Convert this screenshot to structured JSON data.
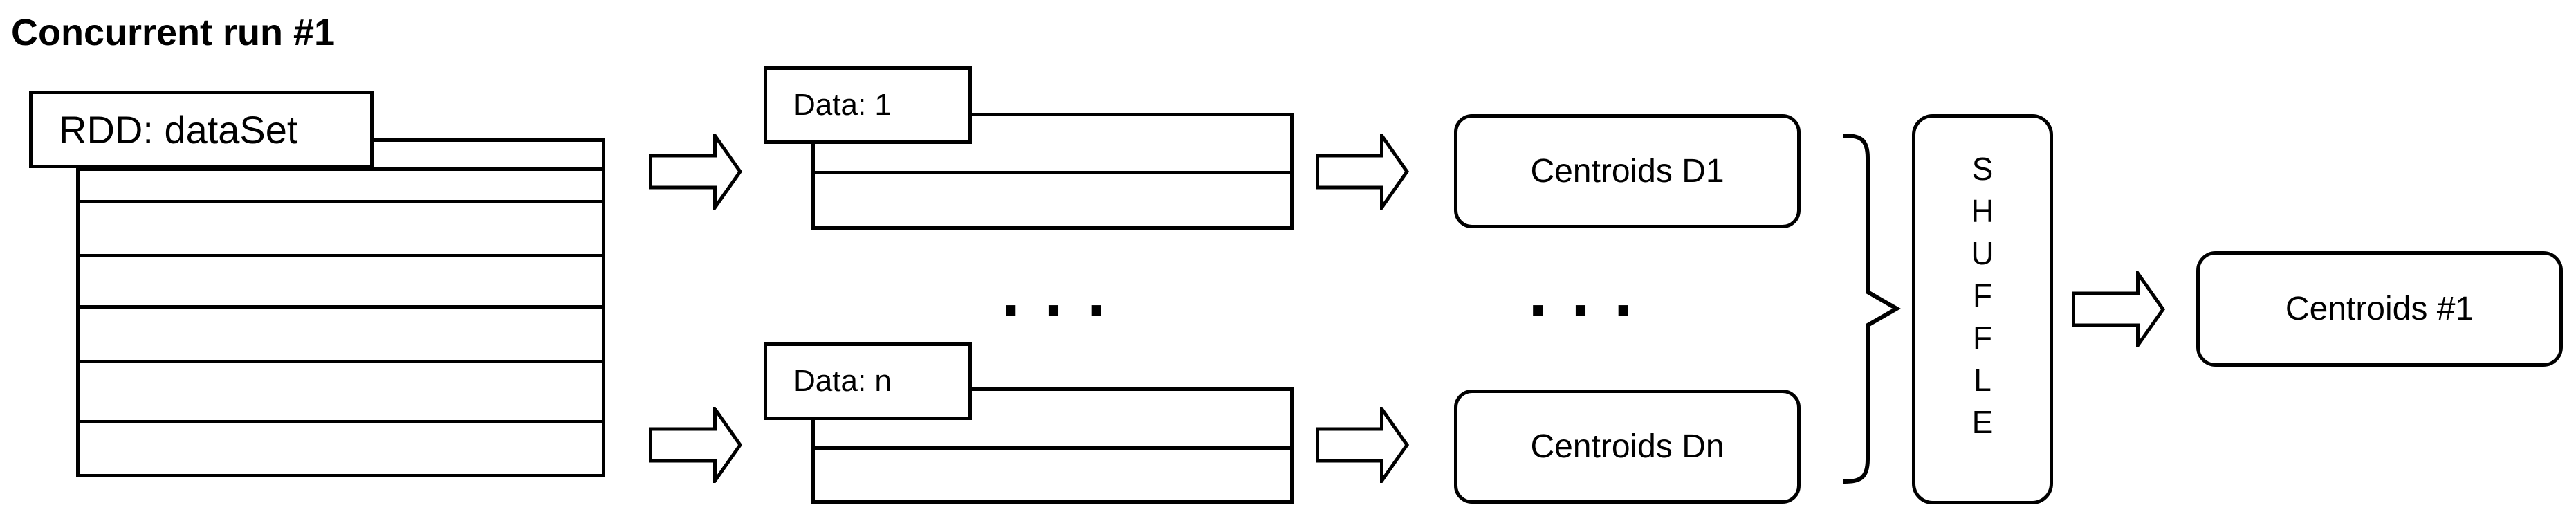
{
  "title": "Concurrent run #1",
  "rdd": {
    "label": "RDD: dataSet"
  },
  "partitions": [
    {
      "label": "Data: 1"
    },
    {
      "label": "Data: n"
    }
  ],
  "ellipsis": "...",
  "centroids": [
    {
      "label": "Centroids D1"
    },
    {
      "label": "Centroids Dn"
    }
  ],
  "shuffle": {
    "letters": [
      "S",
      "H",
      "U",
      "F",
      "F",
      "L",
      "E"
    ]
  },
  "result": {
    "label": "Centroids #1"
  },
  "colors": {
    "stroke": "#000000",
    "background": "#ffffff"
  }
}
